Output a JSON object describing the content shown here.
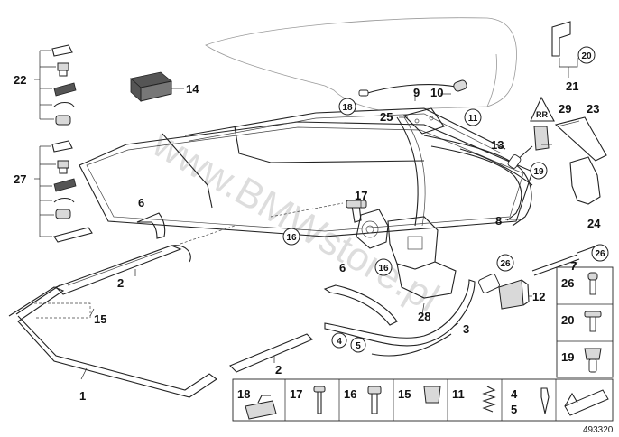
{
  "diagram": {
    "watermark": "www.BMWstore.pl",
    "doc_number": "493320",
    "labels": {
      "l1": "1",
      "l2a": "2",
      "l2b": "2",
      "l3": "3",
      "l6a": "6",
      "l6b": "6",
      "l7": "7",
      "l8": "8",
      "l9": "9",
      "l10": "10",
      "l12": "12",
      "l13": "13",
      "l14": "14",
      "l15": "15",
      "l17": "17",
      "l21": "21",
      "l22": "22",
      "l23": "23",
      "l24": "24",
      "l25": "25",
      "l27": "27",
      "l28": "28",
      "l29": "29"
    },
    "circled": {
      "c4": "4",
      "c5": "5",
      "c11": "11",
      "c16a": "16",
      "c16b": "16",
      "c18": "18",
      "c19": "19",
      "c20": "20",
      "c26a": "26",
      "c26b": "26"
    },
    "legend_right": [
      "26",
      "20",
      "19"
    ],
    "legend_bottom": [
      "18",
      "17",
      "16",
      "15",
      "11",
      "4",
      "5"
    ]
  }
}
